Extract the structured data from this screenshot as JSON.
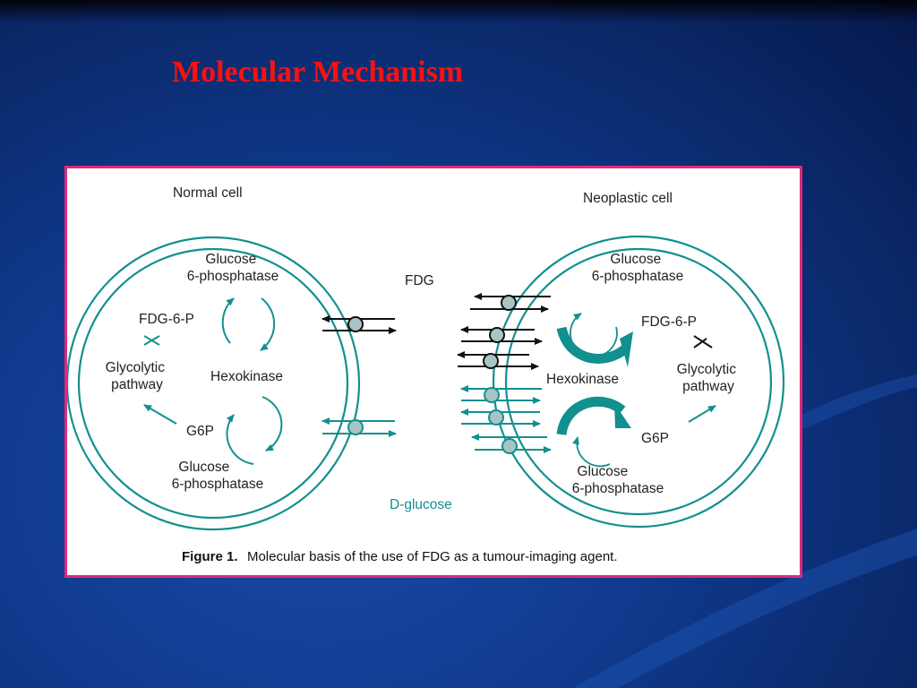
{
  "slide": {
    "title": "Molecular Mechanism",
    "colors": {
      "background": "#0f3a8c",
      "title": "#ff1010",
      "frame_border": "#e0297a",
      "teal": "#12908f"
    }
  },
  "figure": {
    "normal_cell": {
      "title": "Normal cell",
      "glucose_6_phosphatase_top": [
        "Glucose",
        "6-phosphatase"
      ],
      "fdg_6_p": "FDG-6-P",
      "glycolytic_pathway": [
        "Glycolytic",
        "pathway"
      ],
      "hexokinase": "Hexokinase",
      "g6p": "G6P",
      "glucose_6_phosphatase_bottom": [
        "Glucose",
        "6-phosphatase"
      ]
    },
    "neoplastic_cell": {
      "title": "Neoplastic cell",
      "glucose_6_phosphatase_top": [
        "Glucose",
        "6-phosphatase"
      ],
      "fdg_6_p": "FDG-6-P",
      "glycolytic_pathway": [
        "Glycolytic",
        "pathway"
      ],
      "hexokinase": "Hexokinase",
      "g6p": "G6P",
      "glucose_6_phosphatase_bottom": [
        "Glucose",
        "6-phosphatase"
      ]
    },
    "fdg_label": "FDG",
    "d_glucose_label": "D-glucose",
    "caption": {
      "prefix": "Figure 1.",
      "text": "Molecular basis of the use of FDG as a tumour-imaging agent."
    }
  }
}
